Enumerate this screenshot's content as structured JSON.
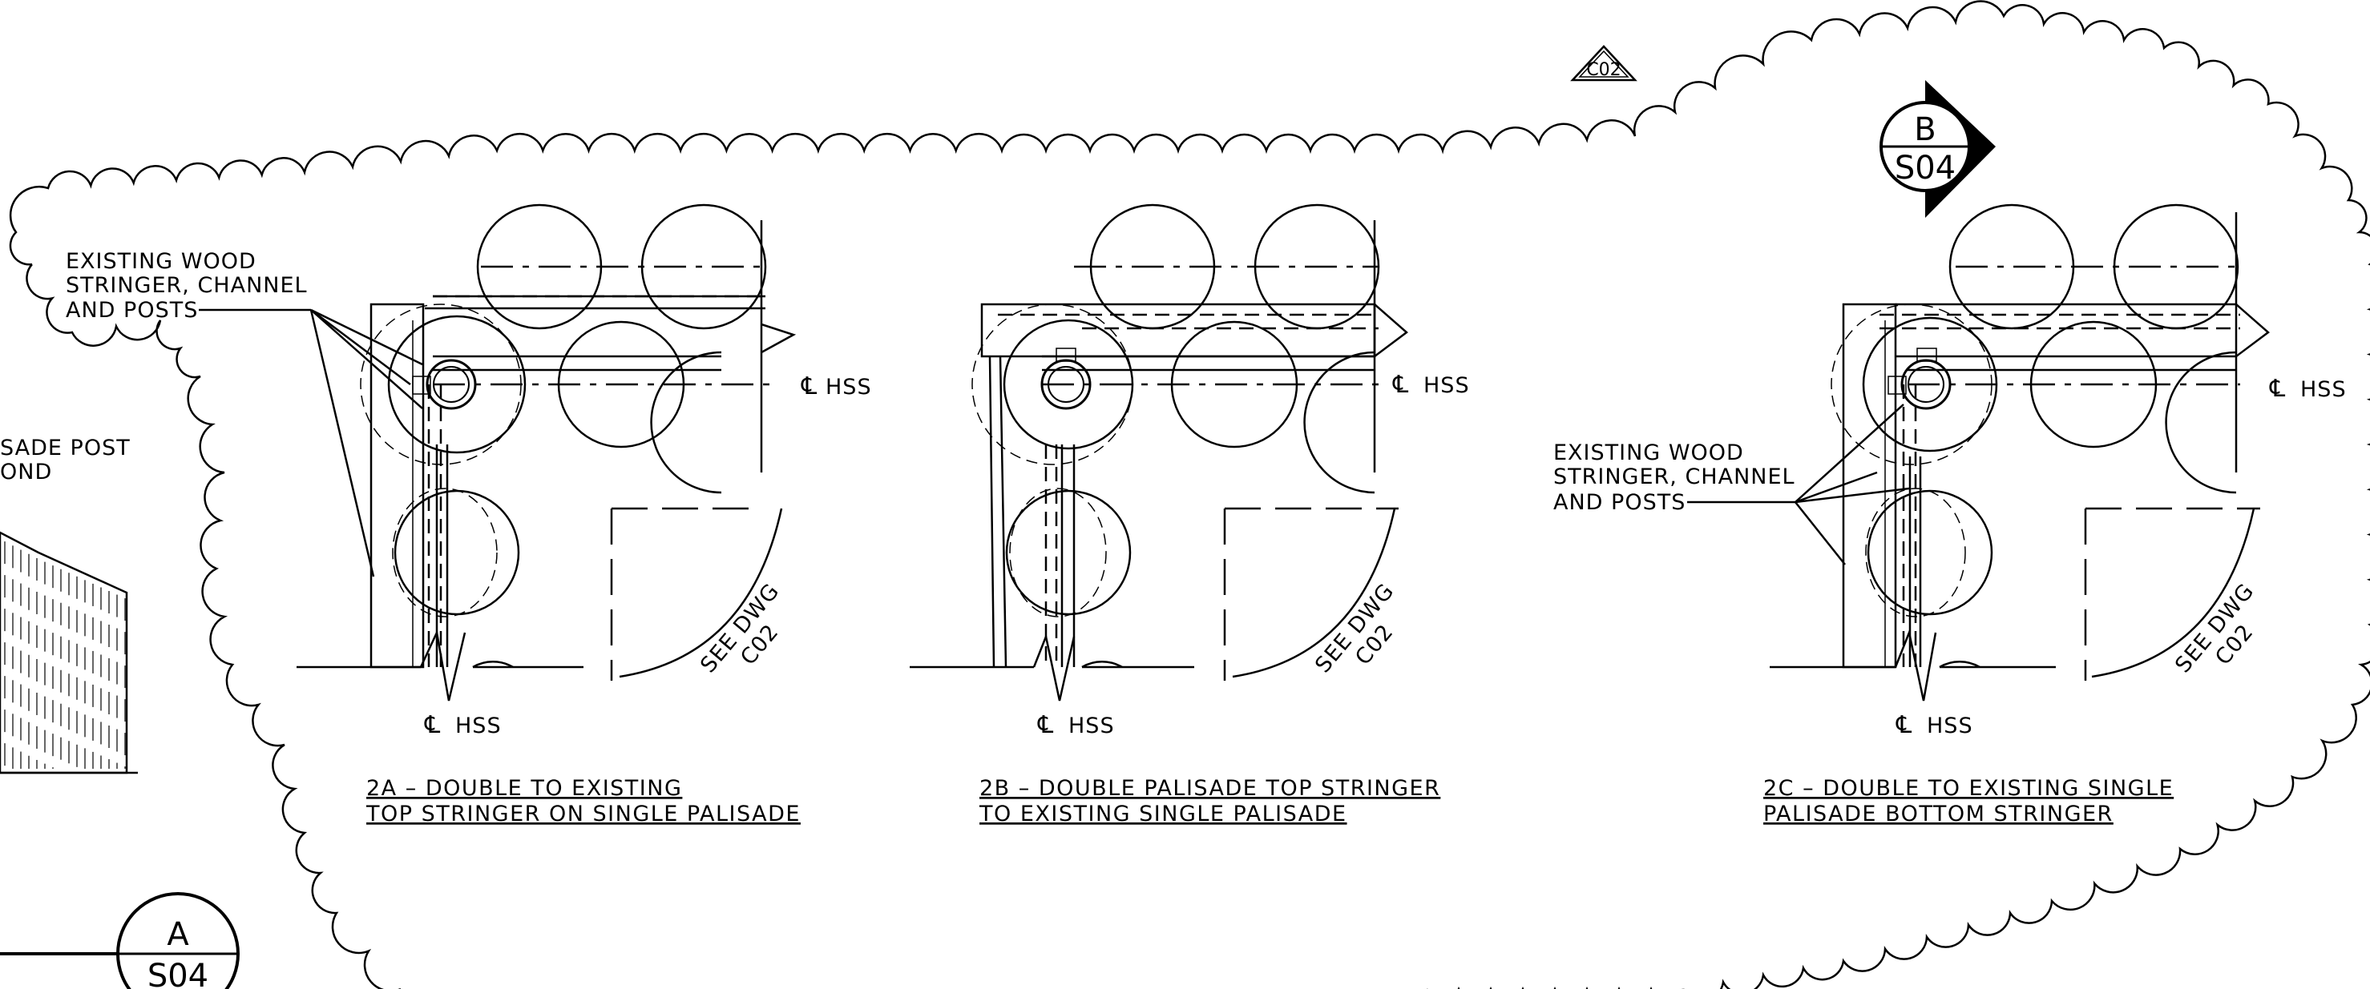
{
  "revision_tag": "C02",
  "section_markers": {
    "b": {
      "letter": "B",
      "sheet": "S04"
    },
    "a": {
      "letter": "A",
      "sheet": "S04"
    }
  },
  "left_partial_label": [
    "SADE POST",
    "OND"
  ],
  "details": {
    "d2a": {
      "callout": [
        "EXISTING WOOD",
        "STRINGER, CHANNEL",
        "AND POSTS"
      ],
      "cl_right": "HSS",
      "cl_bottom": "HSS",
      "see_dwg": [
        "SEE DWG",
        "C02"
      ],
      "title": [
        "2A – DOUBLE TO EXISTING",
        "TOP STRINGER ON SINGLE PALISADE"
      ]
    },
    "d2b": {
      "cl_right": "HSS",
      "cl_bottom": "HSS",
      "see_dwg": [
        "SEE DWG",
        "C02"
      ],
      "title": [
        "2B – DOUBLE PALISADE TOP STRINGER",
        "TO EXISTING SINGLE PALISADE"
      ]
    },
    "d2c": {
      "callout": [
        "EXISTING WOOD",
        "STRINGER, CHANNEL",
        "AND POSTS"
      ],
      "cl_right": "HSS",
      "cl_bottom": "HSS",
      "see_dwg": [
        "SEE DWG",
        "C02"
      ],
      "title": [
        "2C – DOUBLE TO EXISTING SINGLE",
        "PALISADE BOTTOM STRINGER"
      ]
    }
  },
  "colors": {
    "ink": "#000000",
    "paper": "#ffffff"
  }
}
